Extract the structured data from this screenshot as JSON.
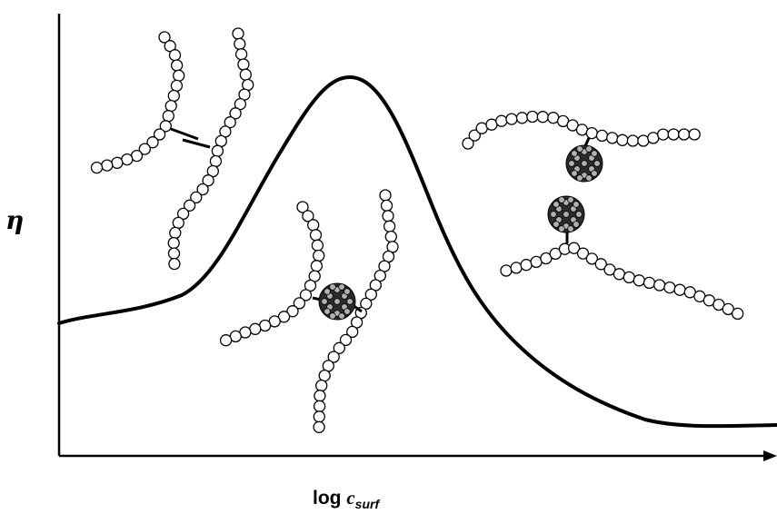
{
  "y_axis_label": "η",
  "x_axis_label": {
    "prefix": "log ",
    "variable": "c",
    "subscript": "surf"
  },
  "colors": {
    "line": "#000000",
    "bead_fill": "#ffffff",
    "micelle_core": "#2b2b2b",
    "micelle_dot": "#b0b0b0"
  }
}
